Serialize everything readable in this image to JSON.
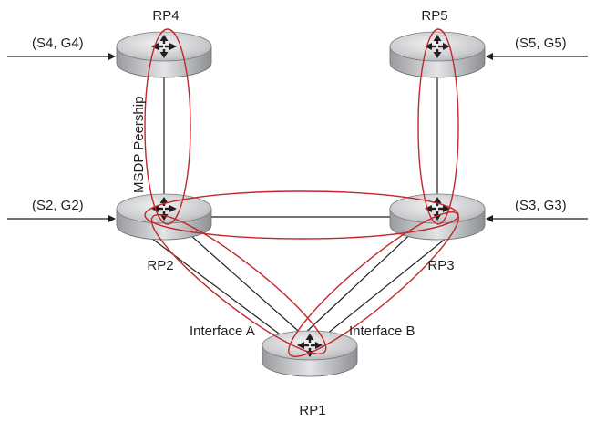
{
  "routers": {
    "rp4": {
      "label": "RP4",
      "source": "(S4, G4)"
    },
    "rp5": {
      "label": "RP5",
      "source": "(S5, G5)"
    },
    "rp2": {
      "label": "RP2",
      "source": "(S2, G2)"
    },
    "rp3": {
      "label": "RP3",
      "source": "(S3, G3)"
    },
    "rp1": {
      "label": "RP1"
    }
  },
  "links": {
    "msdp_label": "MSDP Peership",
    "interface_a": "Interface A",
    "interface_b": "Interface B"
  },
  "colors": {
    "peership_loop": "#c1272d",
    "link": "#231f20",
    "router_body": "#bfc0c2"
  },
  "icons": {
    "router": "router-icon"
  }
}
